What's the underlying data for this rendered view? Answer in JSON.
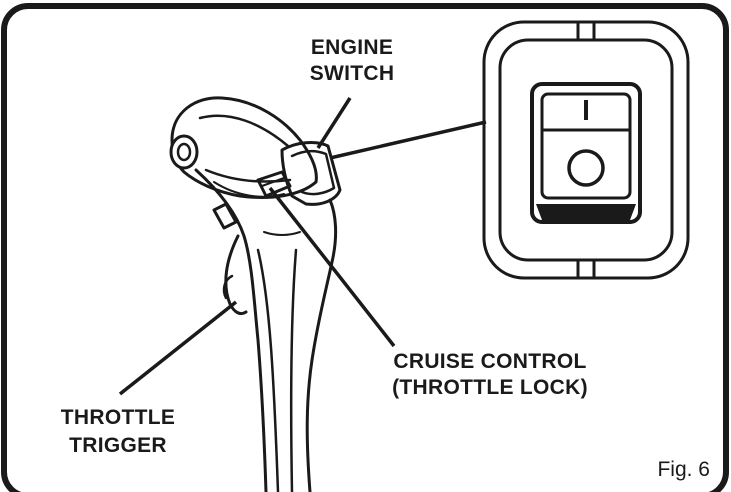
{
  "labels": {
    "engine_switch": [
      "ENGINE",
      "SWITCH"
    ],
    "cruise_control": [
      "CRUISE CONTROL",
      "(THROTTLE LOCK)"
    ],
    "throttle_trigger": [
      "THROTTLE",
      "TRIGGER"
    ],
    "figure_number": "Fig. 6"
  },
  "switch": {
    "on_symbol": "I",
    "off_symbol": "O"
  },
  "colors": {
    "ink": "#1a1a1a",
    "background": "#ffffff"
  }
}
